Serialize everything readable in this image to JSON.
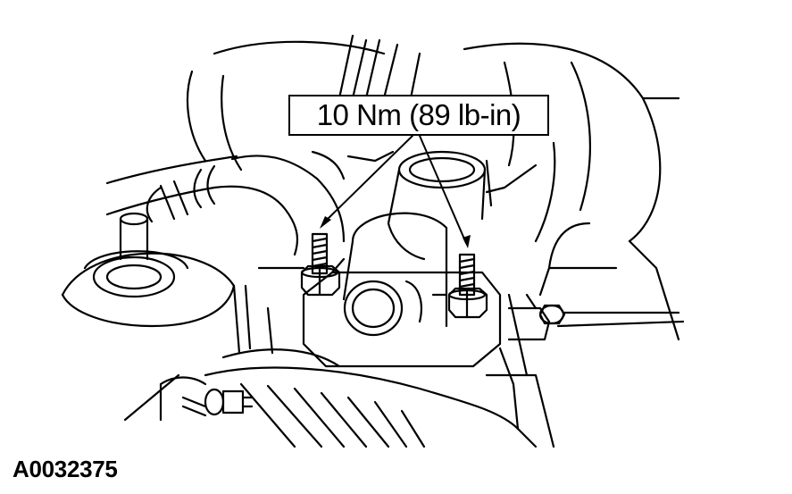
{
  "callout": {
    "torque_label": "10 Nm (89 lb-in)"
  },
  "figure": {
    "id": "A0032375"
  },
  "colors": {
    "ink": "#000000",
    "paper": "#ffffff"
  },
  "parts": [
    {
      "name": "left-stud-with-nut",
      "icon": "stud-nut-icon"
    },
    {
      "name": "right-stud-with-nut",
      "icon": "stud-nut-icon"
    },
    {
      "name": "outlet-flange",
      "icon": "flange-icon"
    }
  ]
}
